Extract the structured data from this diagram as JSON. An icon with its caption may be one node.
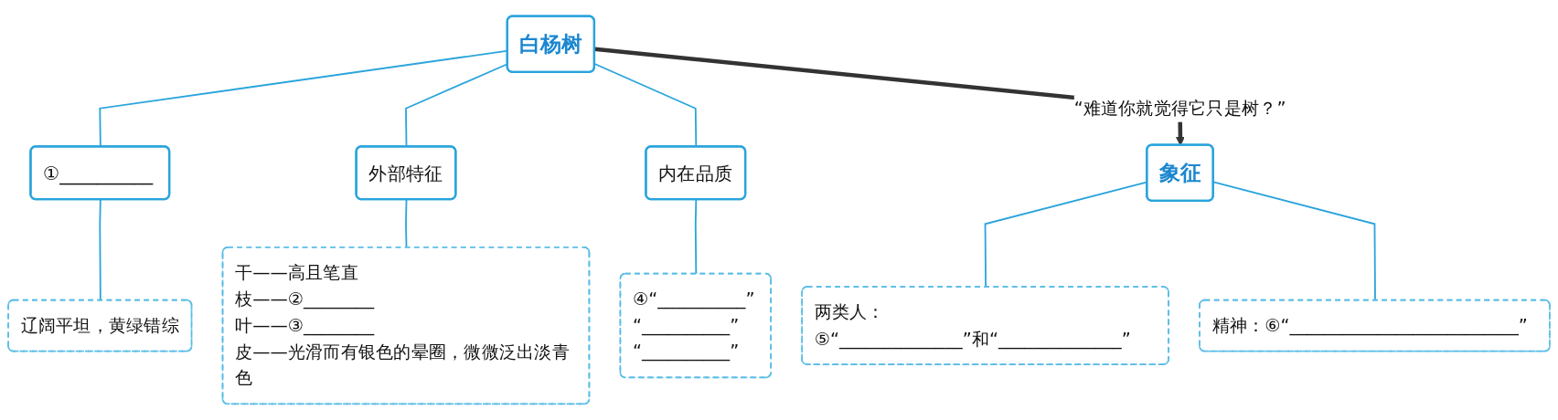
{
  "diagram": {
    "nodes": [
      {
        "text": [
          "白杨树"
        ]
      },
      {
        "text": [
          "①__________"
        ]
      },
      {
        "text": [
          "外部特征"
        ]
      },
      {
        "text": [
          "内在品质"
        ]
      },
      {
        "text": [
          "辽阔平坦，黄绿错综"
        ]
      },
      {
        "text": [
          "干——高且笔直",
          "枝——②________",
          "叶——③________",
          "皮——光滑而有银色的晕圈，微微泛出淡青色"
        ]
      },
      {
        "text": [
          "④“__________”",
          "“__________”",
          "“__________”"
        ]
      },
      {
        "text": [
          "象征"
        ]
      },
      {
        "text": [
          "两类人：⑤“______________”和“______________”"
        ]
      },
      {
        "text": [
          "精神：⑥“__________________________”"
        ]
      }
    ],
    "edges": [
      {
        "from": 0,
        "to": 1,
        "arrow": "none"
      },
      {
        "from": 0,
        "to": 2,
        "arrow": "none"
      },
      {
        "from": 0,
        "to": 3,
        "arrow": "none"
      },
      {
        "from": 1,
        "to": 4,
        "arrow": "none"
      },
      {
        "from": 2,
        "to": 5,
        "arrow": "none"
      },
      {
        "from": 3,
        "to": 6,
        "arrow": "none"
      },
      {
        "from": 0,
        "to": 7,
        "label": "“难道你就觉得它只是树？”",
        "arrow": "to",
        "style": "thick",
        "color": "#333333"
      },
      {
        "from": 7,
        "to": 8,
        "arrow": "none"
      },
      {
        "from": 7,
        "to": 9,
        "arrow": "none"
      }
    ]
  }
}
